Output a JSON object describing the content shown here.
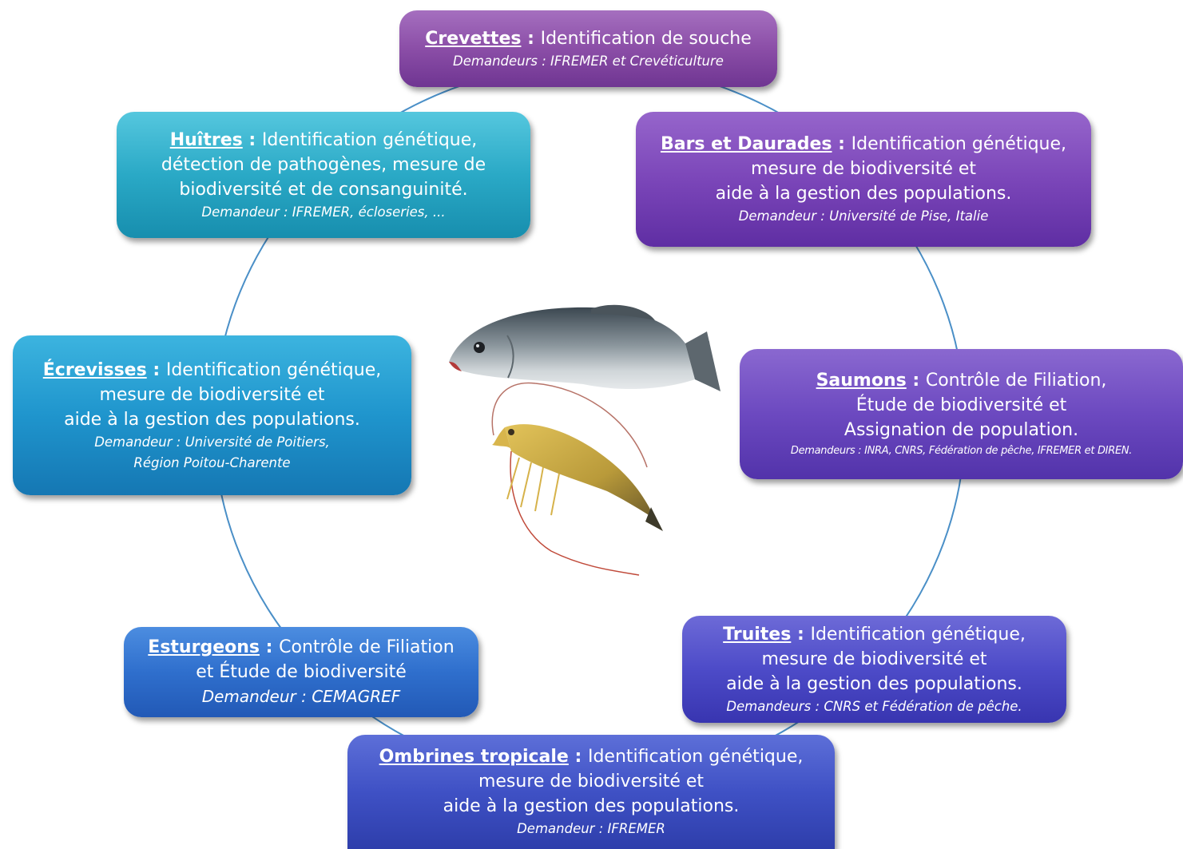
{
  "boxes": {
    "crevettes": {
      "title": "Crevettes",
      "sep": " : ",
      "text_lines": [
        "Identification de souche"
      ],
      "requester": "Demandeurs : IFREMER et Crevéticulture"
    },
    "huitres": {
      "title": "Huîtres",
      "sep": " : ",
      "text_lines": [
        "Identification génétique,",
        "détection de pathogènes, mesure de",
        "biodiversité et de consanguinité."
      ],
      "requester": "Demandeur : IFREMER, écloseries, ..."
    },
    "bars": {
      "title": "Bars et Daurades",
      "sep": " : ",
      "text_lines": [
        "Identification génétique,",
        "mesure de biodiversité et",
        "aide à la gestion des populations."
      ],
      "requester": "Demandeur : Université de Pise, Italie"
    },
    "ecrevisses": {
      "title": "Écrevisses",
      "sep": " : ",
      "text_lines": [
        "Identification génétique,",
        "mesure de biodiversité et",
        "aide à la gestion des populations."
      ],
      "requester_lines": [
        "Demandeur : Université de Poitiers,",
        "Région Poitou-Charente"
      ]
    },
    "saumons": {
      "title": "Saumons",
      "sep": " : ",
      "text_lines": [
        "Contrôle de Filiation,",
        "Étude de biodiversité et",
        "Assignation de population."
      ],
      "requester": "Demandeurs : INRA, CNRS, Fédération de pêche, IFREMER et DIREN."
    },
    "esturgeons": {
      "title": "Esturgeons",
      "sep": " : ",
      "text_lines": [
        "Contrôle de Filiation",
        "et Étude de biodiversité"
      ],
      "requester": "Demandeur : CEMAGREF"
    },
    "truites": {
      "title": "Truites",
      "sep": " : ",
      "text_lines": [
        "Identification génétique,",
        "mesure de biodiversité et",
        "aide à la gestion des populations."
      ],
      "requester": "Demandeurs : CNRS et Fédération de pêche."
    },
    "ombrines": {
      "title": "Ombrines tropicale",
      "sep": " : ",
      "text_lines": [
        "Identification génétique,",
        "mesure de biodiversité et",
        "aide à la gestion des populations."
      ],
      "requester": "Demandeur : IFREMER"
    }
  },
  "colors": {
    "ring": "#4a8fc7",
    "crevettes": "#8b4ea7",
    "huitres": "#2aa9c6",
    "bars": "#7b46b9",
    "ecrevisses": "#1f95cd",
    "saumons": "#6c49c0",
    "esturgeons": "#2f6fcd",
    "truites": "#4d4bc8",
    "ombrines": "#3f51c5"
  },
  "illustration": {
    "fish_icon": "sea-bass-icon",
    "shrimp_icon": "shrimp-icon"
  }
}
